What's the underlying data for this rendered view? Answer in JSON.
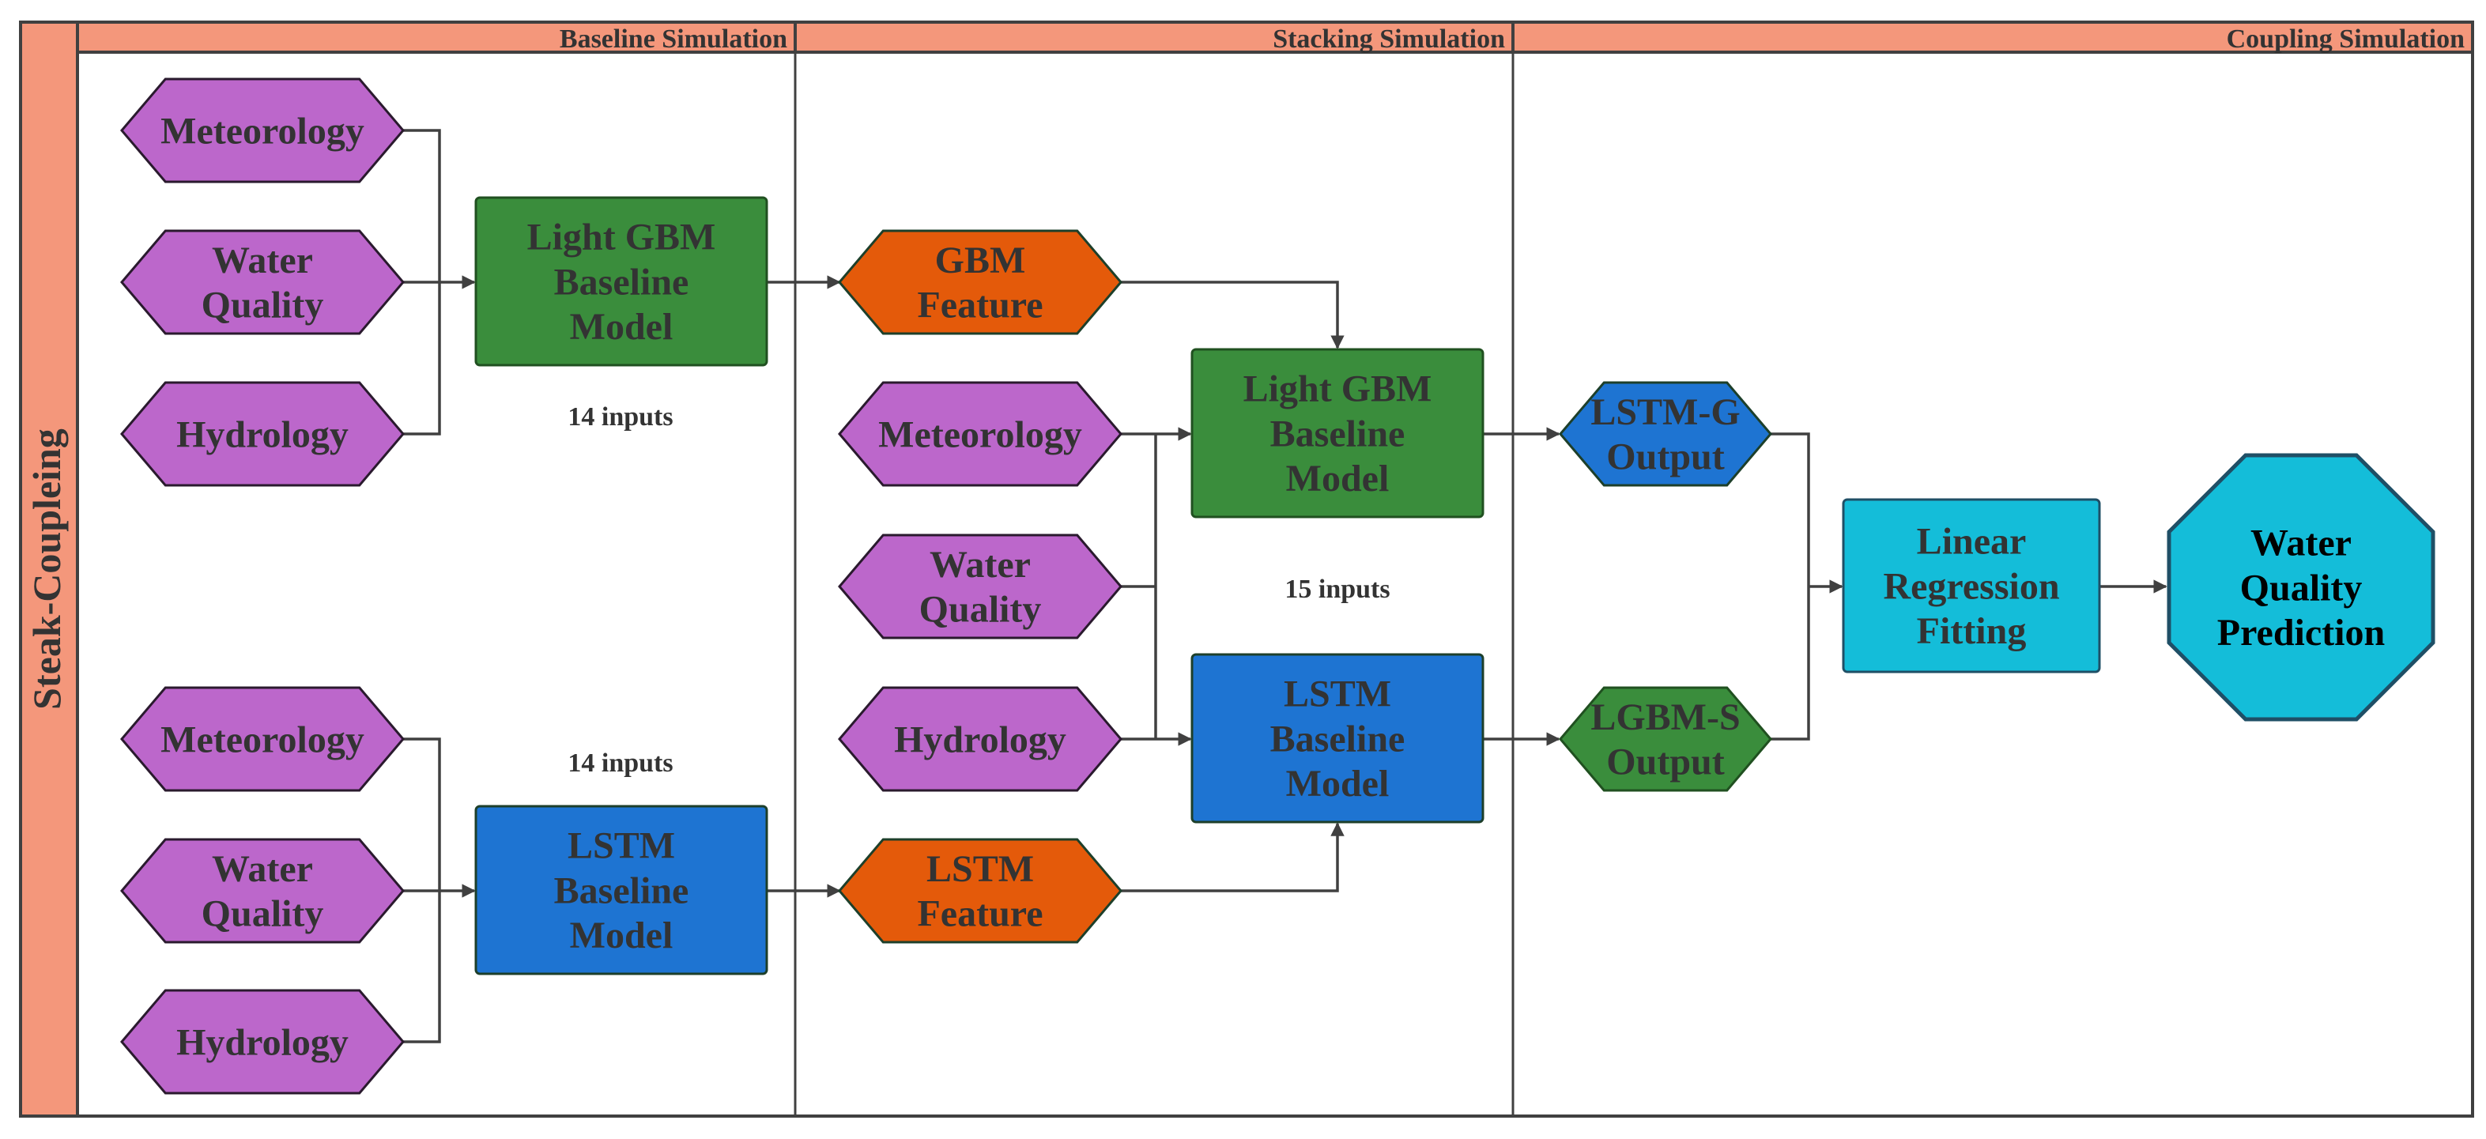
{
  "side_title": "Steak-Coupleing",
  "lanes": [
    {
      "id": "baseline",
      "title": "Baseline Simulation"
    },
    {
      "id": "stacking",
      "title": "Stacking Simulation"
    },
    {
      "id": "coupling",
      "title": "Coupling Simulation"
    }
  ],
  "nodes": {
    "b_met_top": {
      "lines": [
        "Meteorology"
      ]
    },
    "b_wq_top": {
      "lines": [
        "Water",
        "Quality"
      ]
    },
    "b_hyd_top": {
      "lines": [
        "Hydrology"
      ]
    },
    "b_lgbm": {
      "lines": [
        "Light GBM",
        "Baseline",
        "Model"
      ]
    },
    "b_met_bot": {
      "lines": [
        "Meteorology"
      ]
    },
    "b_wq_bot": {
      "lines": [
        "Water",
        "Quality"
      ]
    },
    "b_hyd_bot": {
      "lines": [
        "Hydrology"
      ]
    },
    "b_lstm": {
      "lines": [
        "LSTM",
        "Baseline",
        "Model"
      ]
    },
    "s_gbm_feat": {
      "lines": [
        "GBM",
        "Feature"
      ]
    },
    "s_met": {
      "lines": [
        "Meteorology"
      ]
    },
    "s_wq": {
      "lines": [
        "Water",
        "Quality"
      ]
    },
    "s_hyd": {
      "lines": [
        "Hydrology"
      ]
    },
    "s_lstm_feat": {
      "lines": [
        "LSTM",
        "Feature"
      ]
    },
    "s_lgbm": {
      "lines": [
        "Light GBM",
        "Baseline",
        "Model"
      ]
    },
    "s_lstm": {
      "lines": [
        "LSTM",
        "Baseline",
        "Model"
      ]
    },
    "c_lstmg": {
      "lines": [
        "LSTM-G",
        "Output"
      ]
    },
    "c_lgbms": {
      "lines": [
        "LGBM-S",
        "Output"
      ]
    },
    "c_linreg": {
      "lines": [
        "Linear",
        "Regression",
        "Fitting"
      ]
    },
    "c_pred": {
      "lines": [
        "Water",
        "Quality",
        "Prediction"
      ]
    }
  },
  "notes": {
    "baseline_top": "14 inputs",
    "baseline_bottom": "14 inputs",
    "stacking": "15 inputs"
  },
  "colors": {
    "header": "#F4977B",
    "input_purple": "#BC67CB",
    "green_model": "#3A8D3C",
    "blue_model": "#1E74D2",
    "orange_feature": "#E45A0A",
    "cyan": "#14BDD9",
    "text_dark": "#333333",
    "border": "#444444"
  }
}
